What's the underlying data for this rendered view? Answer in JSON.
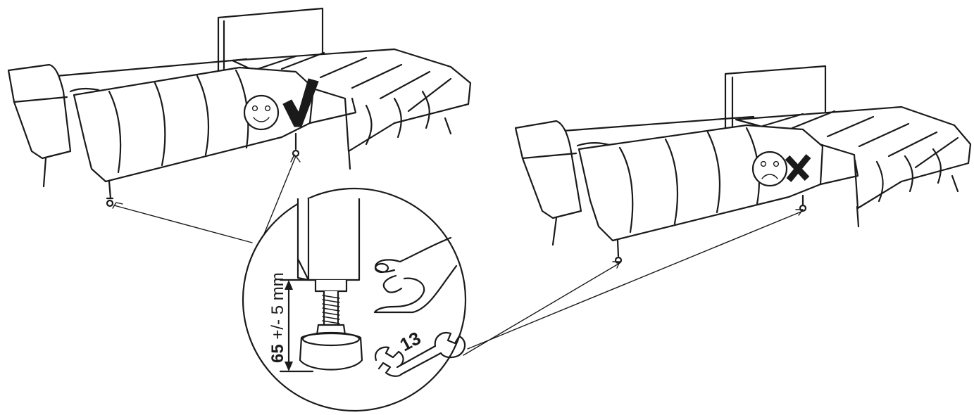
{
  "detail": {
    "height_value": "65",
    "tolerance": "+/- 5",
    "unit": "mm",
    "wrench_size": "13"
  },
  "icons": {
    "correct": [
      "happy-face-icon",
      "check-mark-icon"
    ],
    "incorrect": [
      "sad-face-icon",
      "cross-mark-icon"
    ]
  }
}
